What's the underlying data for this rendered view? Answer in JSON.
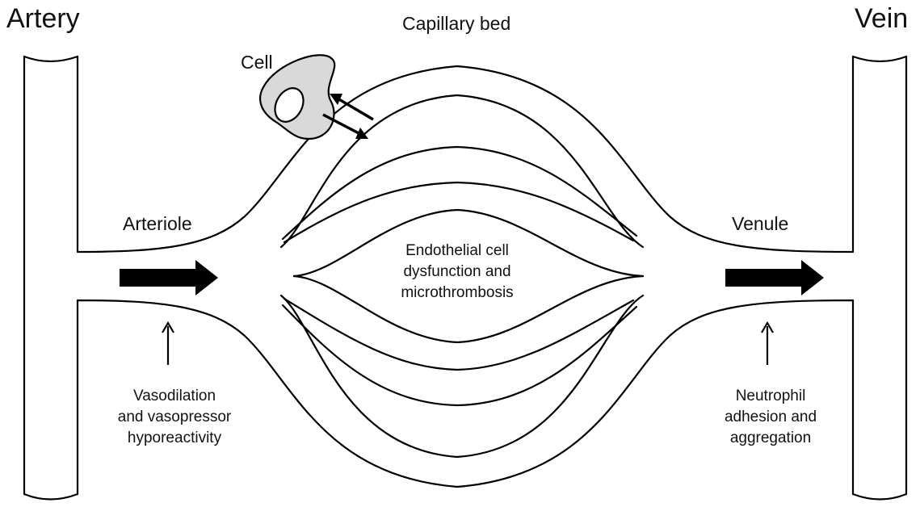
{
  "labels": {
    "artery": "Artery",
    "vein": "Vein",
    "capillary_bed": "Capillary bed",
    "cell": "Cell",
    "arteriole": "Arteriole",
    "venule": "Venule",
    "endothelial": "Endothelial cell\ndysfunction and\nmicrothrombosis",
    "vasodilation": "Vasodilation\nand vasopressor\nhyporeactivity",
    "neutrophil": "Neutrophil\nadhesion and\naggregation"
  },
  "colors": {
    "stroke": "#000000",
    "cell_fill": "#d9d9d9",
    "background": "#ffffff"
  }
}
